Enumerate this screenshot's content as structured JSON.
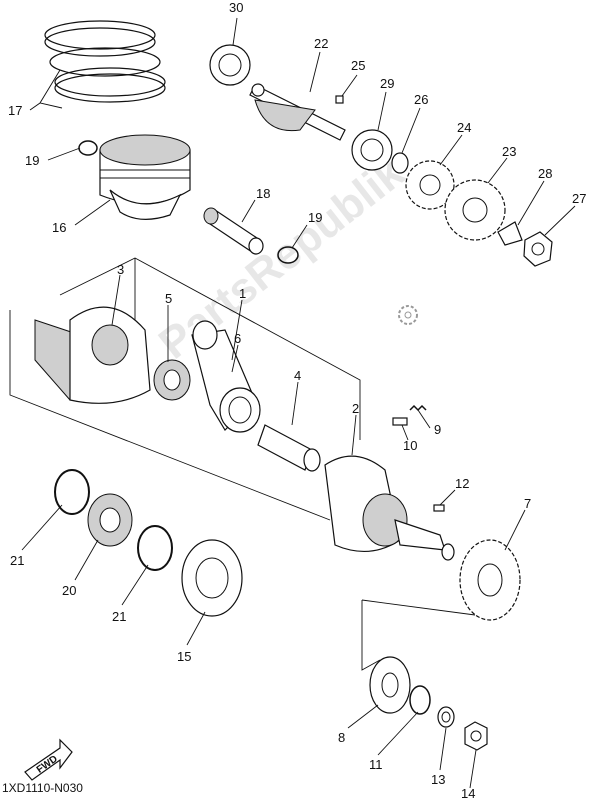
{
  "diagram_code": "1XD1110-N030",
  "fwd_label": "FWD",
  "watermark": "PartsRepublik",
  "parts": {
    "p1": "1",
    "p2": "2",
    "p3": "3",
    "p4": "4",
    "p5": "5",
    "p6": "6",
    "p7": "7",
    "p8": "8",
    "p9": "9",
    "p10": "10",
    "p11": "11",
    "p12": "12",
    "p13": "13",
    "p14": "14",
    "p15": "15",
    "p16": "16",
    "p17": "17",
    "p18": "18",
    "p19a": "19",
    "p19b": "19",
    "p20": "20",
    "p21a": "21",
    "p21b": "21",
    "p22": "22",
    "p23": "23",
    "p24": "24",
    "p25": "25",
    "p26": "26",
    "p27": "27",
    "p28": "28",
    "p29": "29",
    "p30": "30"
  }
}
